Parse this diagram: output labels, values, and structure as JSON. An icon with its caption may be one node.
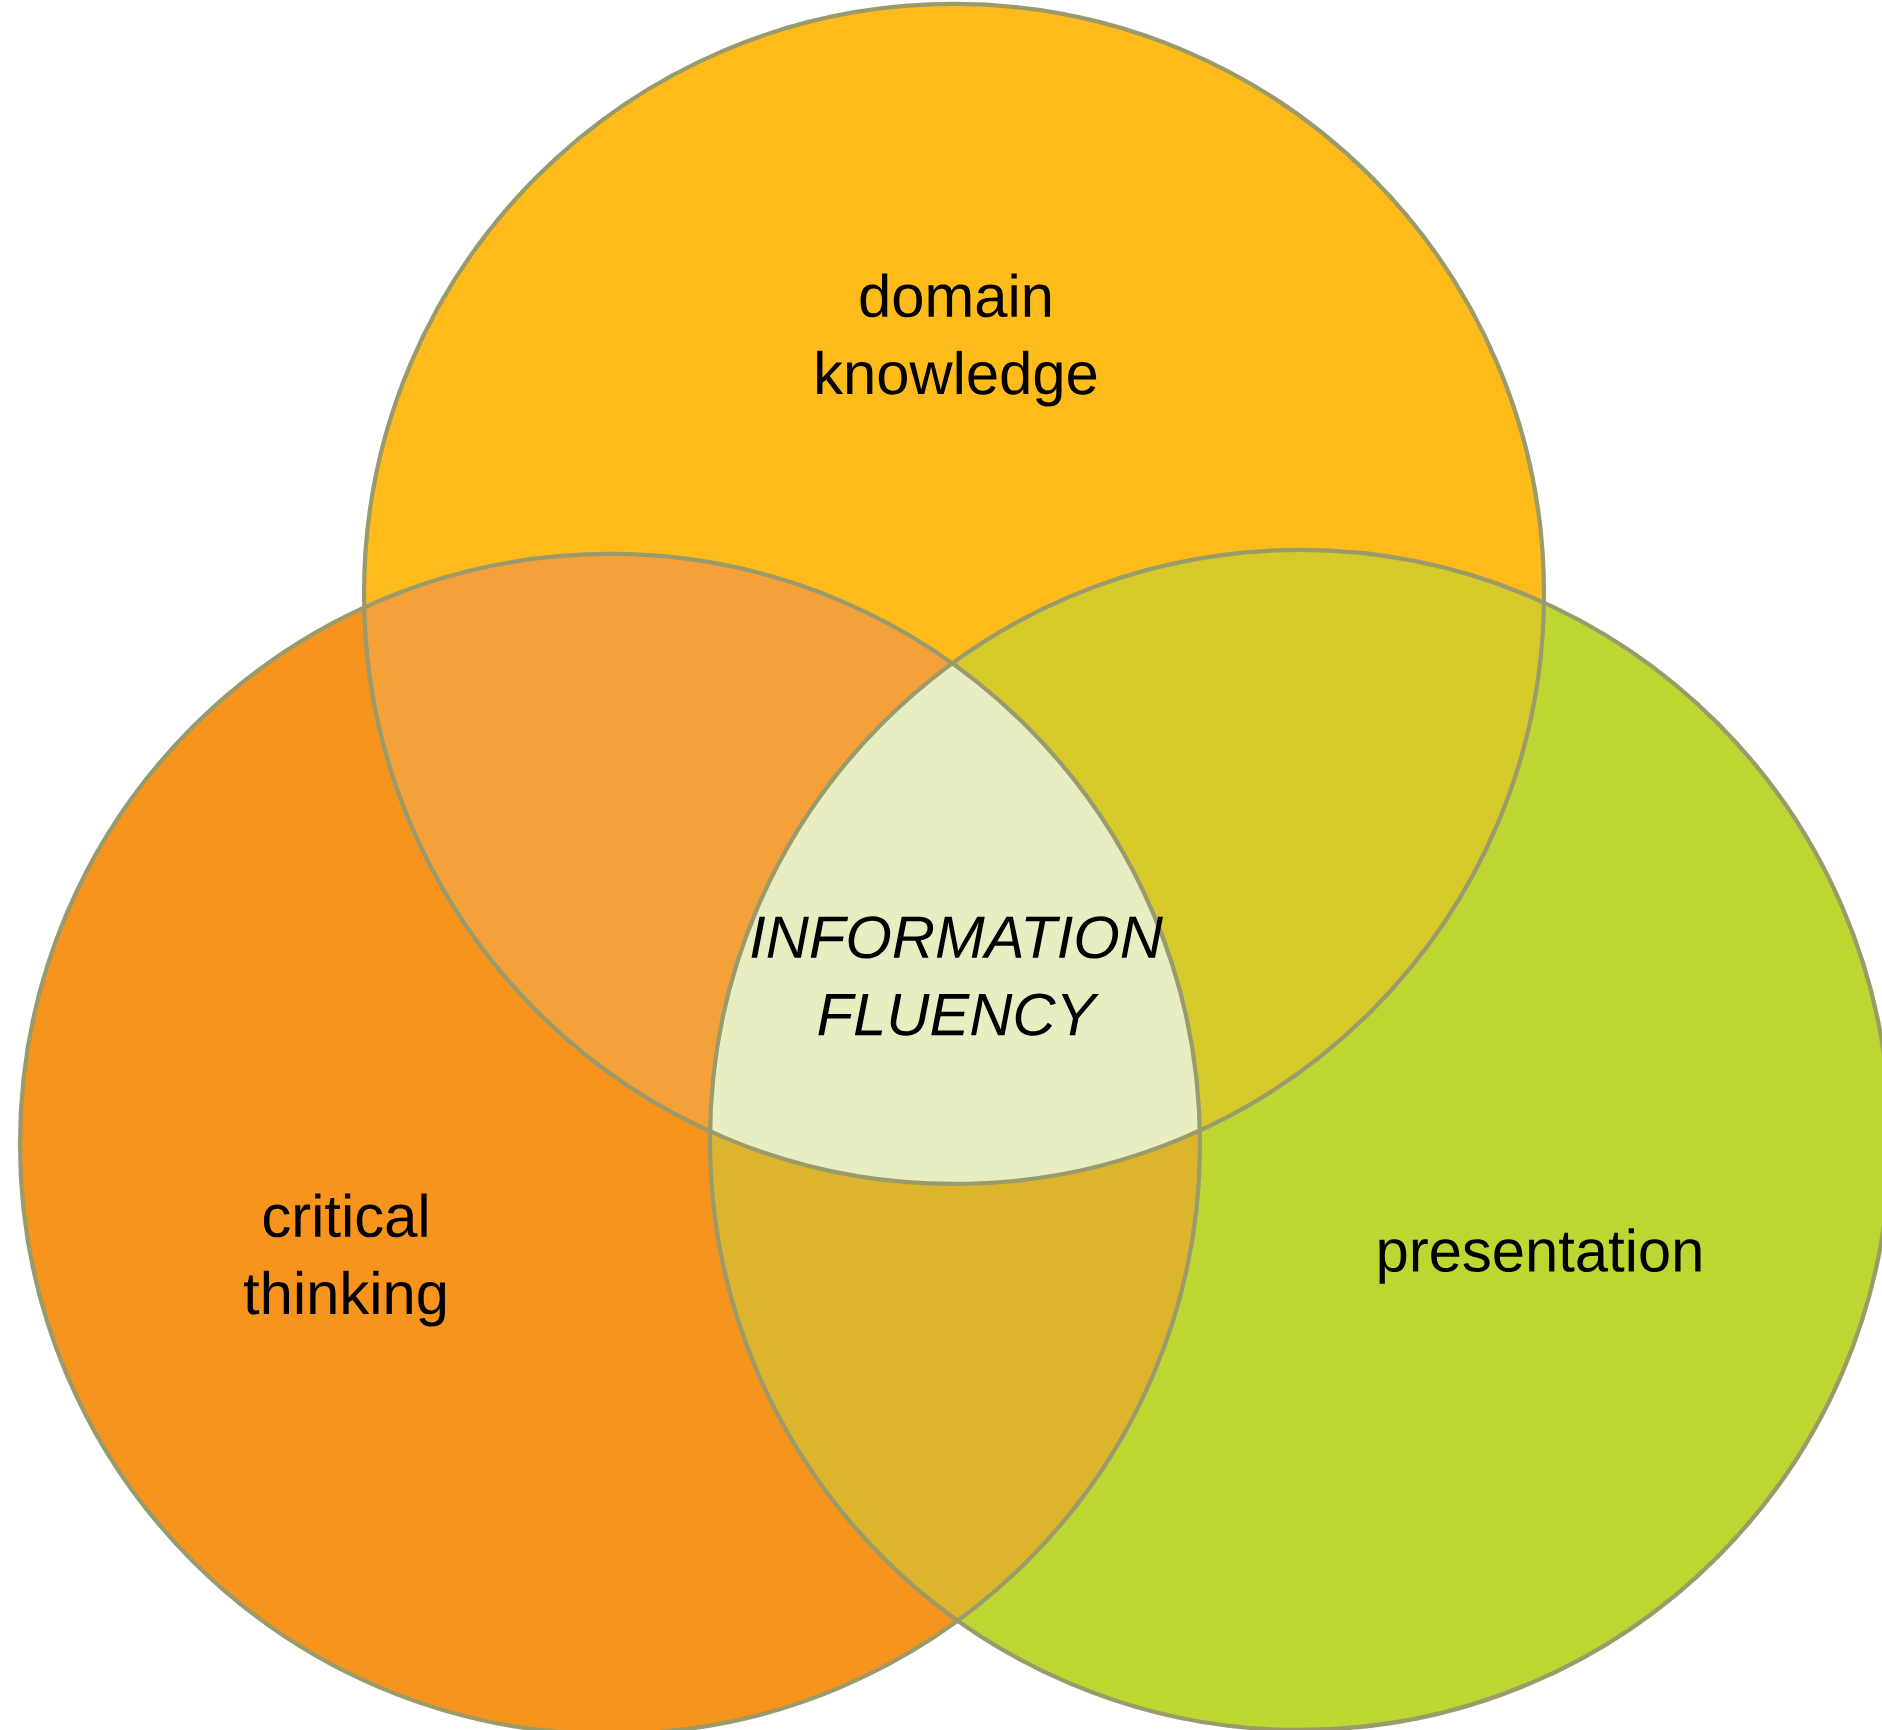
{
  "diagram": {
    "nodes": [
      {
        "text": [
          "domain knowledge"
        ]
      },
      {
        "text": [
          "critical thinking"
        ]
      },
      {
        "text": [
          "presentation"
        ]
      },
      {
        "text": [
          "INFORMATION FLUENCY"
        ]
      }
    ]
  }
}
